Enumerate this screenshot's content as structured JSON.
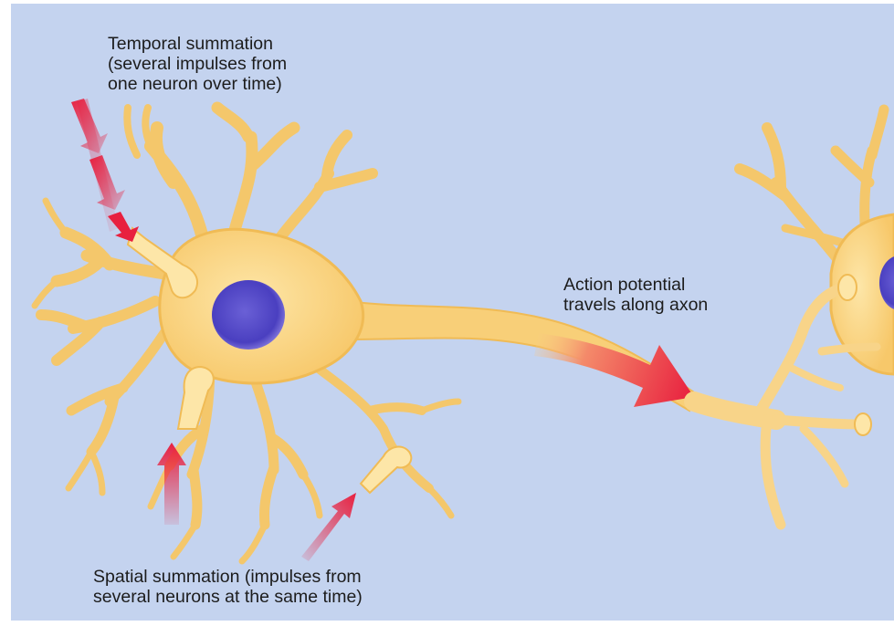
{
  "labels": {
    "temporal": {
      "line1": "Temporal summation",
      "line2": "(several impulses from",
      "line3": "one neuron over time)"
    },
    "action": {
      "line1": "Action potential",
      "line2": "travels along axon"
    },
    "spatial": {
      "line1": "Spatial summation (impulses from",
      "line2": "several neurons at the same time)"
    }
  },
  "colors": {
    "background": "#c4d3ef",
    "neuron_fill": "#fbd98a",
    "neuron_outline": "#f0bb55",
    "nucleus": "#5a52c8",
    "impulse_arrow": "#e8203f"
  }
}
